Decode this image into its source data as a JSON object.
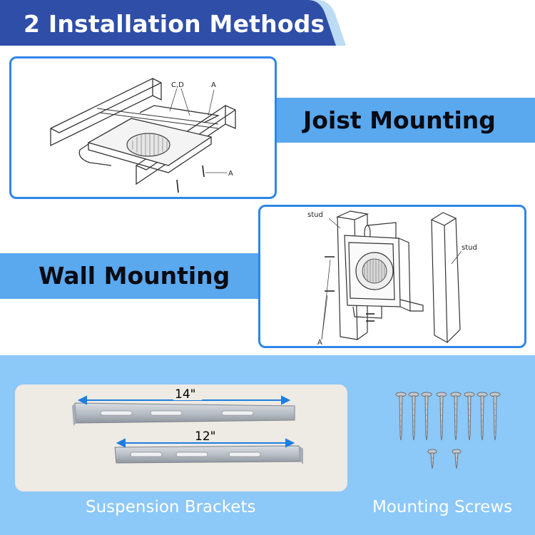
{
  "header": {
    "title": "2 Installation Methods"
  },
  "joist": {
    "heading": "Joist Mounting",
    "labels": {
      "cd": "C,D",
      "a_top": "A",
      "a_bottom": "A"
    }
  },
  "wall": {
    "heading": "Wall Mounting",
    "labels": {
      "stud_left": "stud",
      "stud_right": "stud",
      "a": "A"
    }
  },
  "accessories": {
    "brackets": {
      "caption": "Suspension Brackets",
      "long_length": "14\"",
      "short_length": "12\""
    },
    "screws": {
      "caption": "Mounting Screws",
      "long_count": 8,
      "short_count": 2
    }
  },
  "colors": {
    "title_blue": "#2f4ea8",
    "band_blue": "#5aa8ee",
    "frame_blue": "#2e86e8",
    "bottom_blue": "#8cc8f8"
  }
}
